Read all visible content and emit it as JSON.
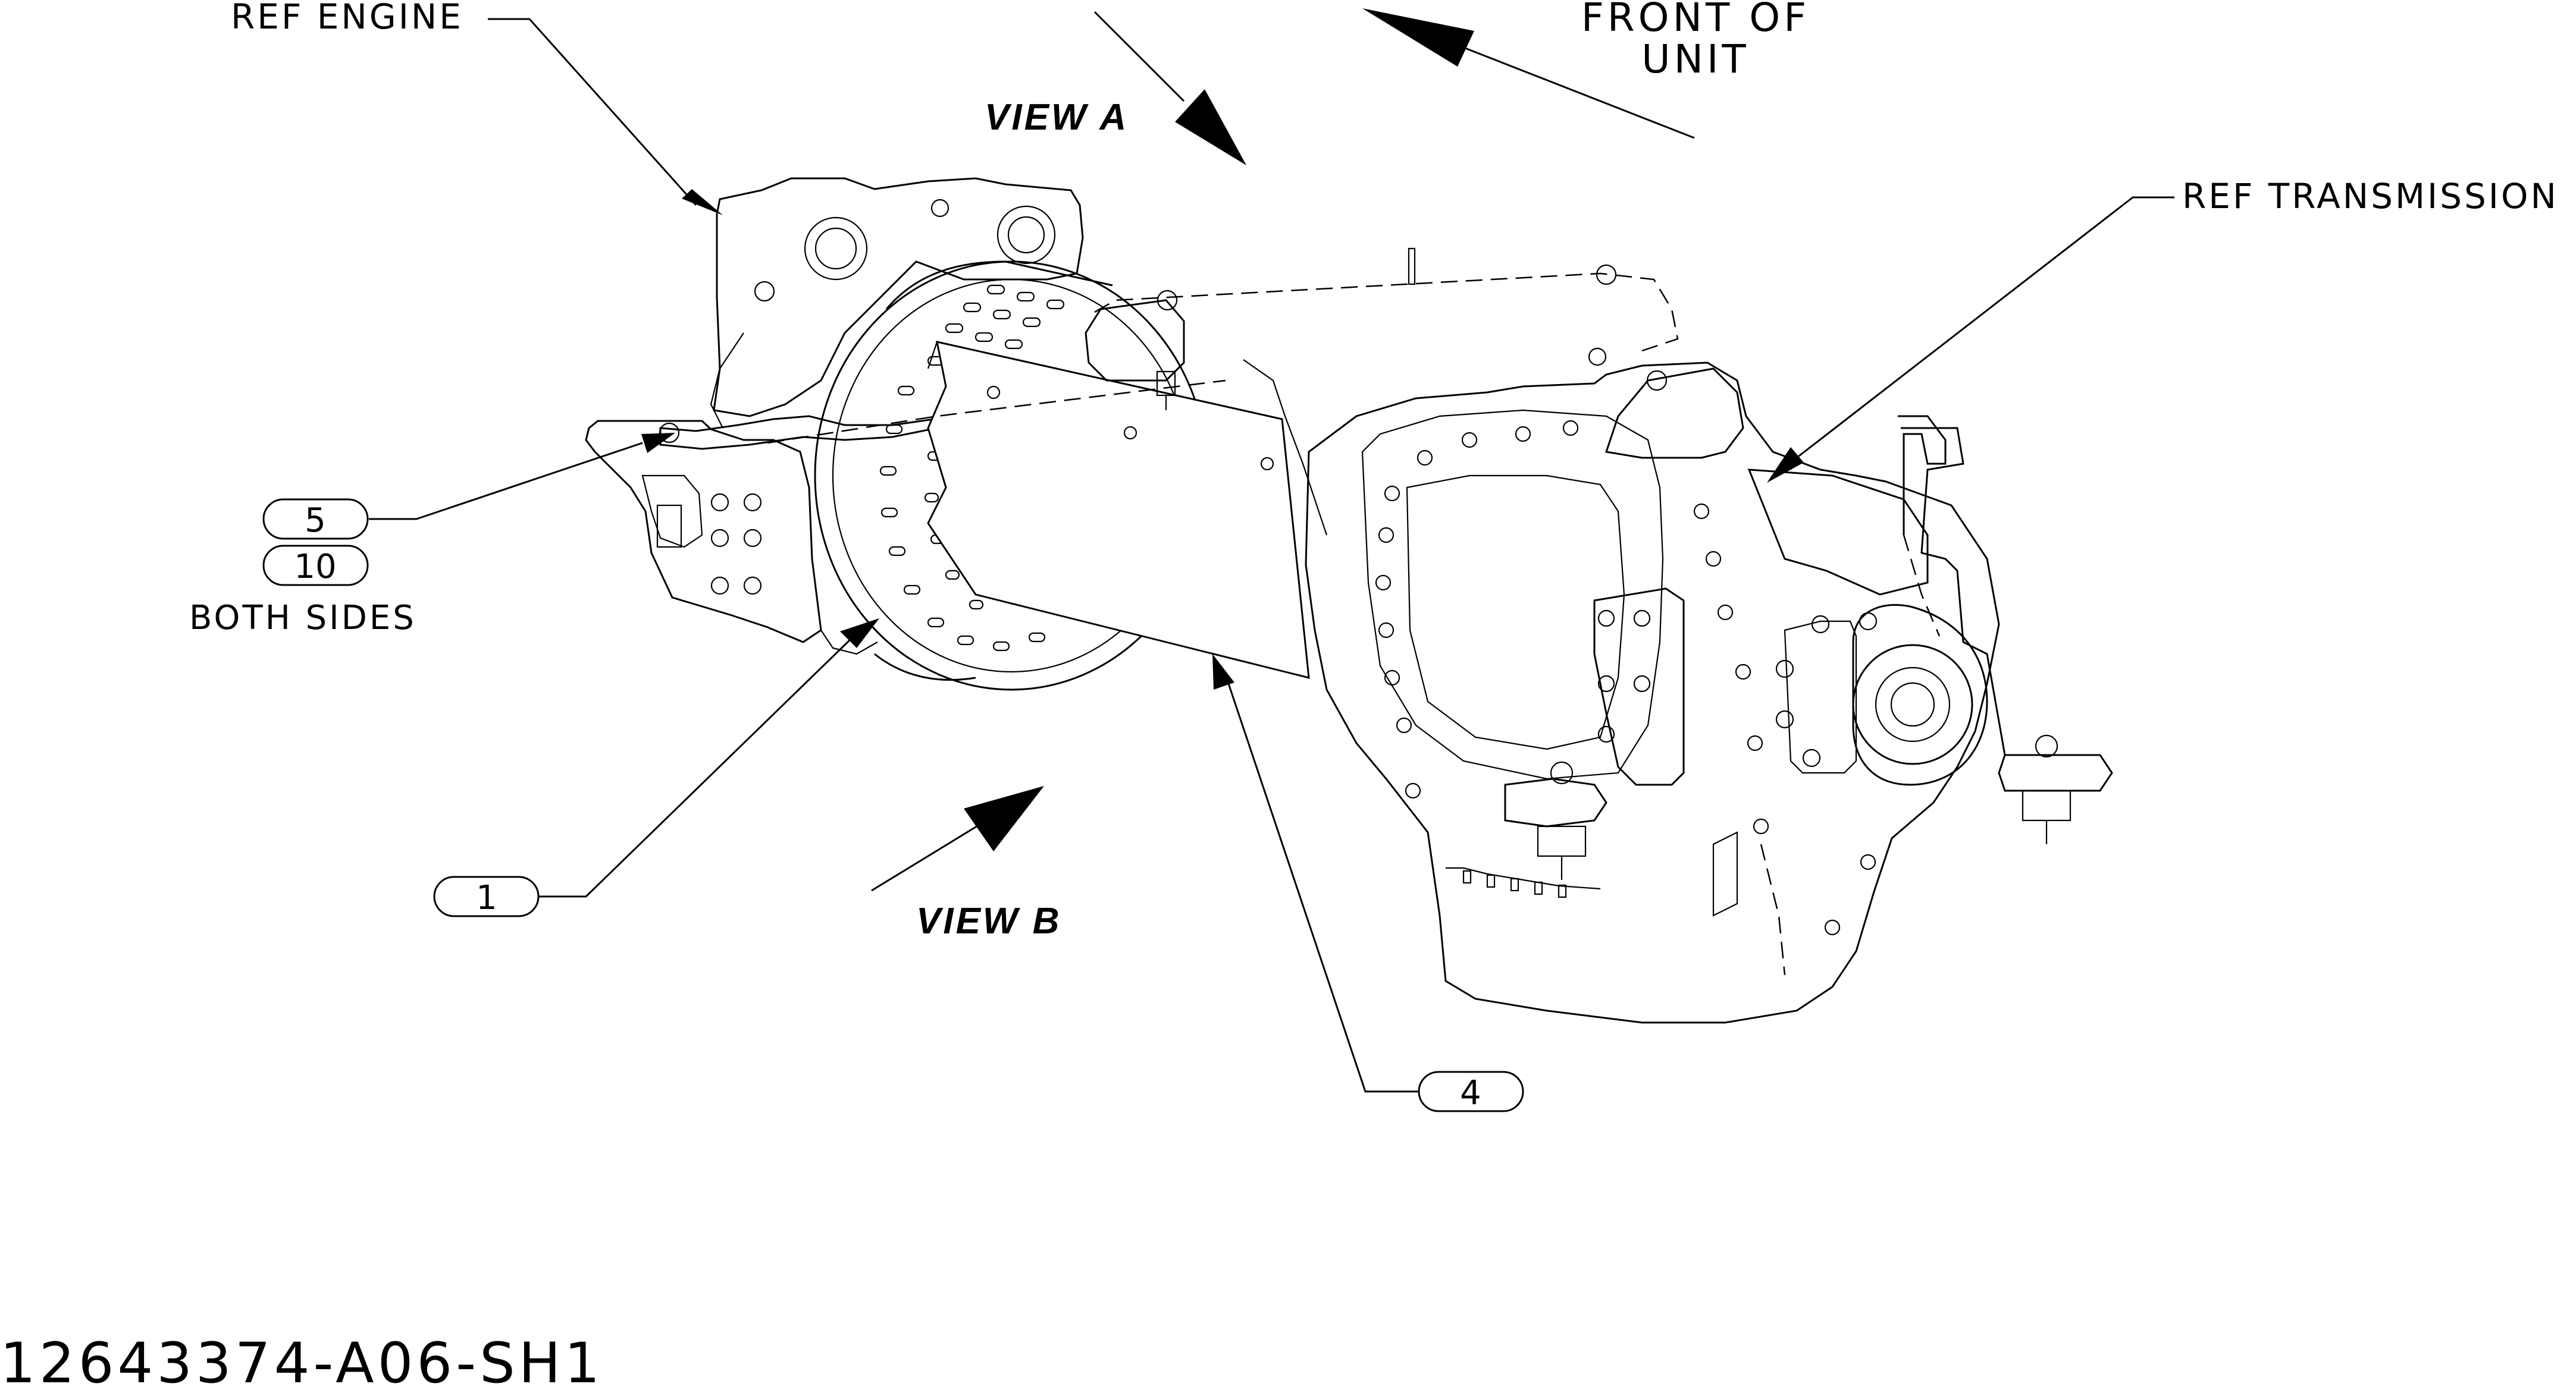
{
  "callouts": {
    "ref_engine": "REF ENGINE",
    "ref_transmission": "REF TRANSMISSION",
    "front_of_line1": "FRONT OF",
    "front_of_line2": "UNIT",
    "view_a": "VIEW A",
    "view_b": "VIEW B",
    "both_sides": "BOTH SIDES"
  },
  "balloons": {
    "item_5": "5",
    "item_10": "10",
    "item_1": "1",
    "item_4": "4"
  },
  "drawing_number": "12643374-A06-SH1"
}
